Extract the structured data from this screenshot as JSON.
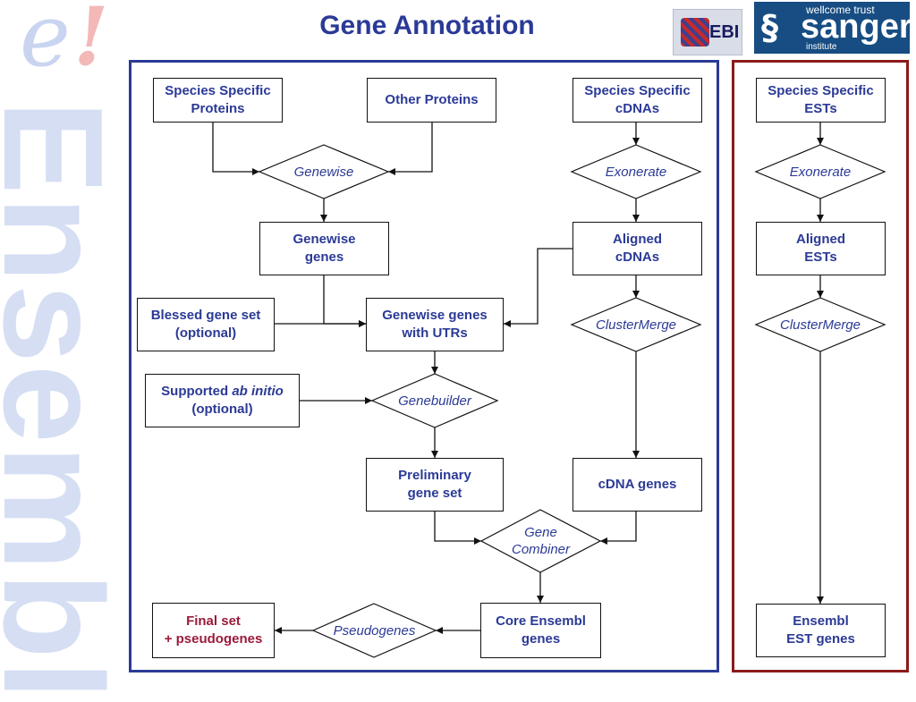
{
  "page": {
    "title": "Gene Annotation"
  },
  "watermark": {
    "e": "e",
    "exclaim": "!",
    "word": "Ensembl"
  },
  "logos": {
    "ebi": "EBI",
    "sanger": {
      "top": "wellcome trust",
      "name": "sanger",
      "bottom": "institute"
    }
  },
  "boxes": {
    "ssp": {
      "line1": "Species Specific",
      "line2": "Proteins"
    },
    "op": {
      "line1": "Other Proteins"
    },
    "ssc": {
      "line1": "Species Specific",
      "line2": "cDNAs"
    },
    "gwg": {
      "line1": "Genewise",
      "line2": "genes"
    },
    "ac": {
      "line1": "Aligned",
      "line2": "cDNAs"
    },
    "bgs": {
      "line1": "Blessed gene set",
      "line2": "(optional)"
    },
    "gwu": {
      "line1": "Genewise genes",
      "line2": "with UTRs"
    },
    "sai": {
      "pre": "Supported ",
      "em": "ab initio",
      "line2": "(optional)"
    },
    "pgs": {
      "line1": "Preliminary",
      "line2": "gene set"
    },
    "cg": {
      "line1": "cDNA genes"
    },
    "ceg": {
      "line1": "Core Ensembl",
      "line2": "genes"
    },
    "fs": {
      "line1": "Final set",
      "line2": "+ pseudogenes"
    },
    "sse": {
      "line1": "Species Specific",
      "line2": "ESTs"
    },
    "ae": {
      "line1": "Aligned",
      "line2": "ESTs"
    },
    "eeg": {
      "line1": "Ensembl",
      "line2": "EST genes"
    }
  },
  "decisions": {
    "genewise": "Genewise",
    "exonerate_c": "Exonerate",
    "clustermerge_c": "ClusterMerge",
    "genebuilder": "Genebuilder",
    "genecombiner": {
      "line1": "Gene",
      "line2": "Combiner"
    },
    "pseudogenes": "Pseudogenes",
    "exonerate_e": "Exonerate",
    "clustermerge_e": "ClusterMerge"
  },
  "colors": {
    "blue_text": "#2b3a96",
    "red_text": "#9b1a3a",
    "blue_frame": "#2b3a96",
    "red_frame": "#8b1a1a"
  }
}
